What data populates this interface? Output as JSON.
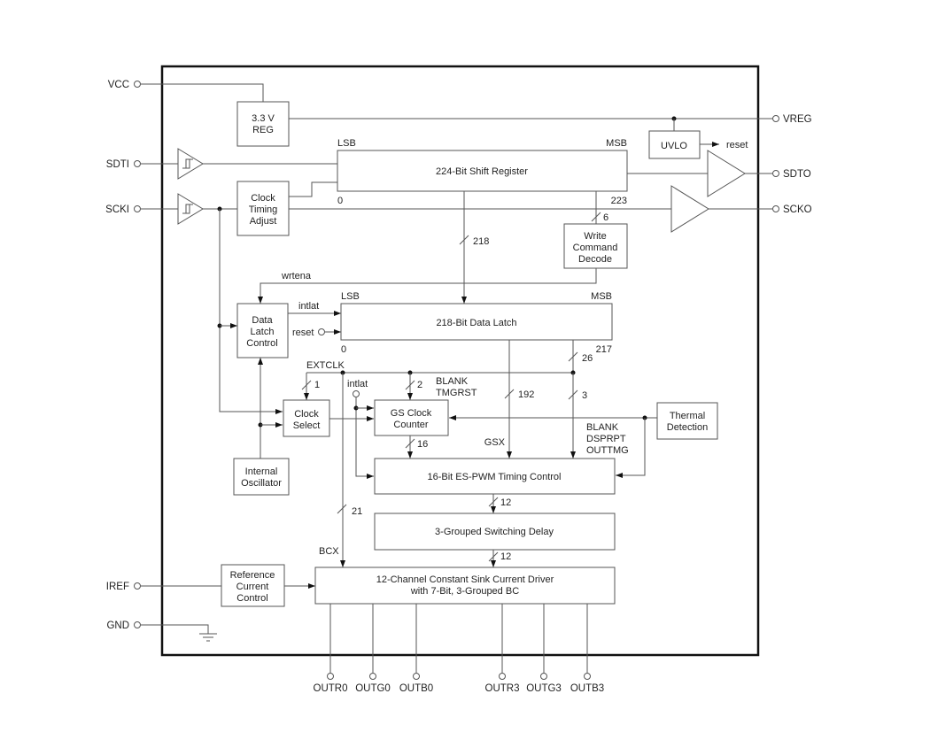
{
  "diagram": {
    "pins_left": [
      "VCC",
      "SDTI",
      "SCKI",
      "IREF",
      "GND"
    ],
    "pins_right": [
      "VREG",
      "SDTO",
      "SCKO"
    ],
    "pins_bottom": [
      "OUTR0",
      "OUTG0",
      "OUTB0",
      "OUTR3",
      "OUTG3",
      "OUTB3"
    ],
    "blocks": {
      "reg": [
        "3.3 V",
        "REG"
      ],
      "uvlo": [
        "UVLO"
      ],
      "clock_timing": [
        "Clock",
        "Timing",
        "Adjust"
      ],
      "shift_register": [
        "224-Bit Shift Register"
      ],
      "write_cmd": [
        "Write",
        "Command",
        "Decode"
      ],
      "data_latch_ctrl": [
        "Data",
        "Latch",
        "Control"
      ],
      "data_latch": [
        "218-Bit Data Latch"
      ],
      "clock_select": [
        "Clock",
        "Select"
      ],
      "gs_counter": [
        "GS Clock",
        "Counter"
      ],
      "thermal": [
        "Thermal",
        "Detection"
      ],
      "osc": [
        "Internal",
        "Oscillator"
      ],
      "pwm": [
        "16-Bit ES-PWM Timing Control"
      ],
      "switch_delay": [
        "3-Grouped Switching Delay"
      ],
      "ref_current": [
        "Reference",
        "Current",
        "Control"
      ],
      "driver": [
        "12-Channel Constant Sink Current Driver",
        "with 7-Bit, 3-Grouped BC"
      ]
    },
    "labels": {
      "reset_out": "reset",
      "sr_lsb": "LSB",
      "sr_msb": "MSB",
      "sr_0": "0",
      "sr_223": "223",
      "dl_lsb": "LSB",
      "dl_msb": "MSB",
      "dl_0": "0",
      "dl_217": "217",
      "bus_218": "218",
      "bus_6": "6",
      "bus_26": "26",
      "bus_192": "192",
      "bus_3": "3",
      "bus_1": "1",
      "bus_2": "2",
      "bus_16": "16",
      "bus_21": "21",
      "bus_12a": "12",
      "bus_12b": "12",
      "wrtena": "wrtena",
      "intlat": "intlat",
      "reset_in": "reset",
      "intlat2": "intlat",
      "extclk": "EXTCLK",
      "blank_tmgrst": [
        "BLANK",
        "TMGRST"
      ],
      "blank_dsprpt": [
        "BLANK",
        "DSPRPT",
        "OUTTMG"
      ],
      "gsx": "GSX",
      "bcx": "BCX"
    }
  }
}
